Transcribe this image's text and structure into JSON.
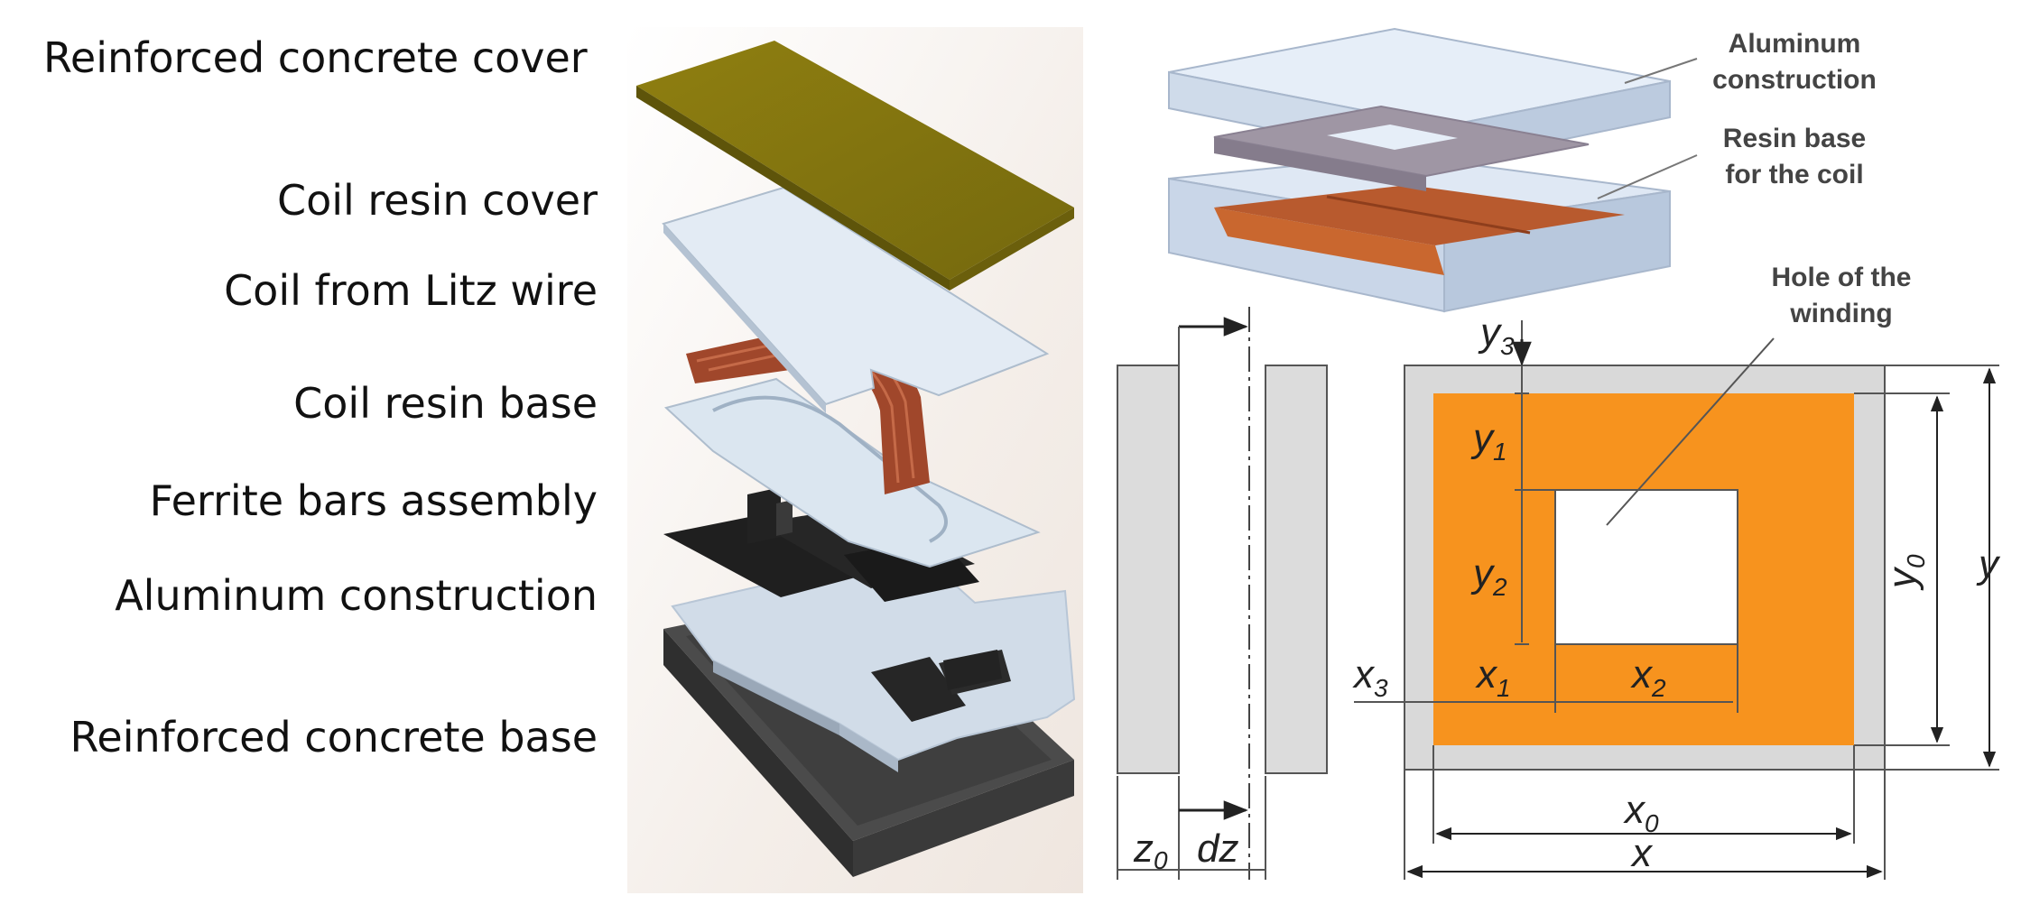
{
  "exploded_view": {
    "layers": [
      "Reinforced concrete cover",
      "Coil resin cover",
      "Coil from Litz wire",
      "Coil resin base",
      "Ferrite bars assembly",
      "Aluminum construction",
      "Reinforced concrete base"
    ]
  },
  "model_3d": {
    "labels": {
      "aluminum": [
        "Aluminum",
        "construction"
      ],
      "resin": [
        "Resin base",
        "for the coil"
      ],
      "hole": [
        "Hole of the",
        "winding"
      ]
    }
  },
  "dimensions": {
    "y3": {
      "base": "y",
      "sub": "3"
    },
    "y1": {
      "base": "y",
      "sub": "1"
    },
    "y2": {
      "base": "y",
      "sub": "2"
    },
    "y0": {
      "base": "y",
      "sub": "0"
    },
    "y": {
      "base": "y",
      "sub": ""
    },
    "x3": {
      "base": "x",
      "sub": "3"
    },
    "x1": {
      "base": "x",
      "sub": "1"
    },
    "x2": {
      "base": "x",
      "sub": "2"
    },
    "x0": {
      "base": "x",
      "sub": "0"
    },
    "x": {
      "base": "x",
      "sub": ""
    },
    "z0": {
      "base": "z",
      "sub": "0"
    },
    "dz": {
      "base": "dz",
      "sub": ""
    }
  },
  "colors": {
    "concrete_cover": "#8a7a12",
    "resin": "#dfe9f3",
    "litz_wire": "#a4482c",
    "ferrite": "#1e1e1e",
    "aluminum": "#cfdbe7",
    "concrete_base": "#4a4a4a",
    "coil_orange": "#f7931e",
    "frame_gray": "#d9d9d9"
  }
}
